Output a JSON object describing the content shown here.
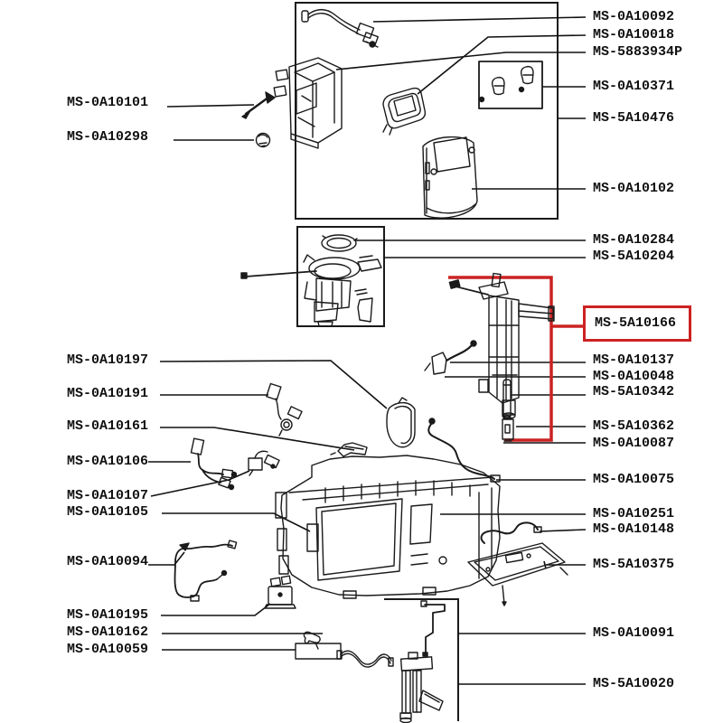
{
  "diagram": {
    "description": "Exploded-view appliance parts diagram with part-number callouts",
    "background": "#ffffff",
    "line_color": "#1a1a1a",
    "highlight_color": "#cc2222",
    "selected_part": "MS-5A10166",
    "labels_left": [
      "MS-0A10101",
      "MS-0A10298",
      "MS-0A10197",
      "MS-0A10191",
      "MS-0A10161",
      "MS-0A10106",
      "MS-0A10107",
      "MS-0A10105",
      "MS-0A10094",
      "MS-0A10195",
      "MS-0A10162",
      "MS-0A10059"
    ],
    "labels_right": [
      "MS-0A10092",
      "MS-0A10018",
      "MS-5883934P",
      "MS-0A10371",
      "MS-5A10476",
      "MS-0A10102",
      "MS-0A10284",
      "MS-5A10204",
      "MS-5A10166",
      "MS-0A10137",
      "MS-0A10048",
      "MS-5A10342",
      "MS-5A10362",
      "MS-0A10087",
      "MS-0A10075",
      "MS-0A10251",
      "MS-0A10148",
      "MS-5A10375",
      "MS-0A10091",
      "MS-5A10020"
    ]
  }
}
